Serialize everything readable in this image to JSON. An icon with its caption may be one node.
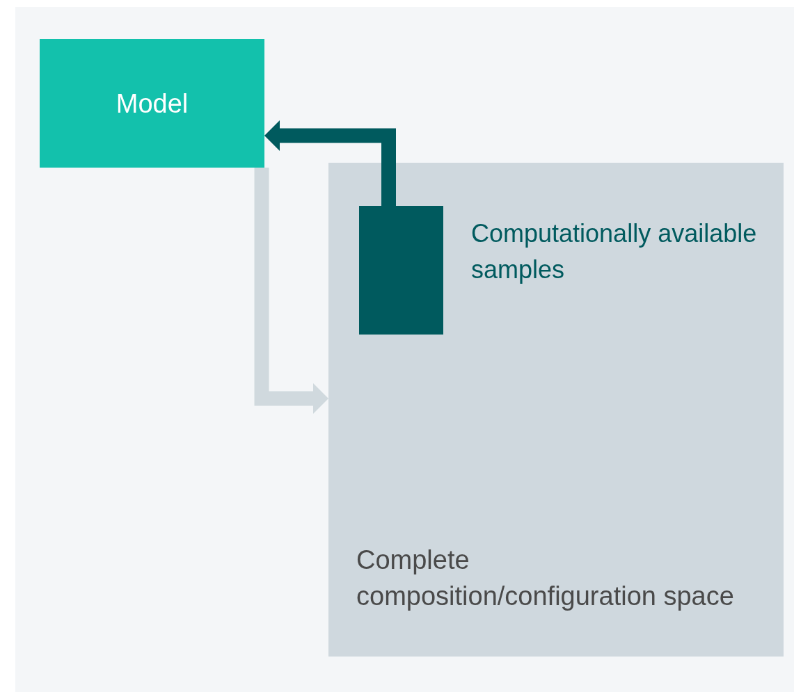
{
  "diagram": {
    "nodes": [
      {
        "text": [
          "Model"
        ]
      },
      {
        "text": [
          "Complete composition/configuration space"
        ]
      },
      {
        "text": [],
        "shape": "box",
        "in": 1,
        "beside": [
          "Computationally available samples"
        ]
      }
    ],
    "edges": [
      {
        "from": 2,
        "to": 0,
        "arrow": "to",
        "color": "#005a5e"
      },
      {
        "from": 0,
        "to": 1,
        "arrow": "to",
        "color": "#d0d9de"
      }
    ]
  }
}
